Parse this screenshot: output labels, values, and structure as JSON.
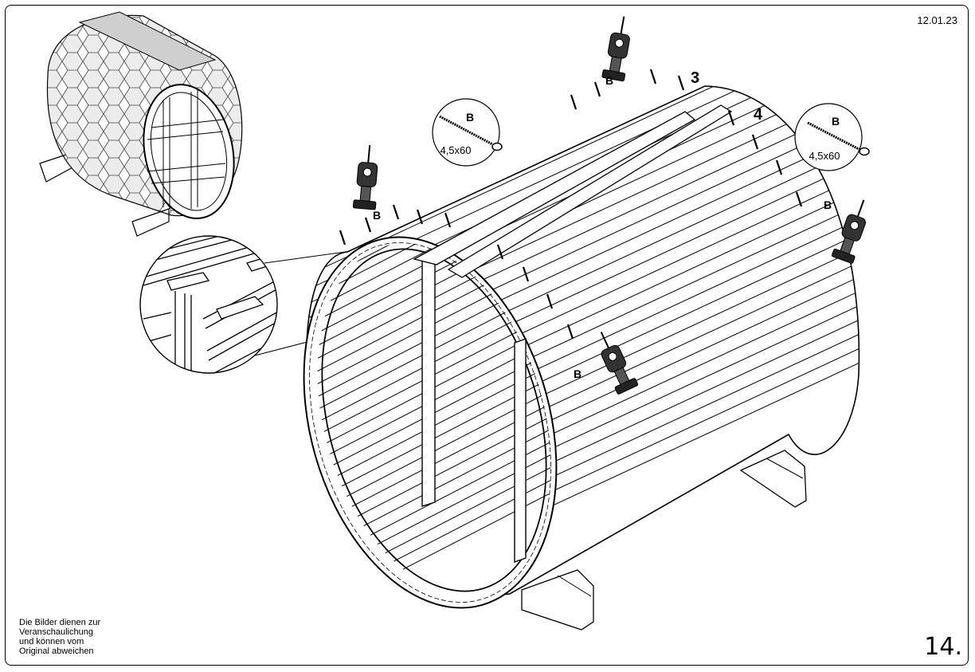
{
  "header": {
    "date": "12.01.23"
  },
  "footer": {
    "page_number": "14.",
    "disclaimer": [
      "Die Bilder dienen zur",
      "Veranschaulichung",
      "und können vom",
      "Original abweichen"
    ]
  },
  "callouts": {
    "screw_left": {
      "letter": "B",
      "size": "4,5x60"
    },
    "screw_right": {
      "letter": "B",
      "size": "4,5x60"
    }
  },
  "step_numbers": {
    "board_3": "3",
    "board_4": "4"
  },
  "drill_labels": [
    "B",
    "B",
    "B",
    "B"
  ],
  "icons": [
    "drill-icon",
    "screw-icon"
  ]
}
